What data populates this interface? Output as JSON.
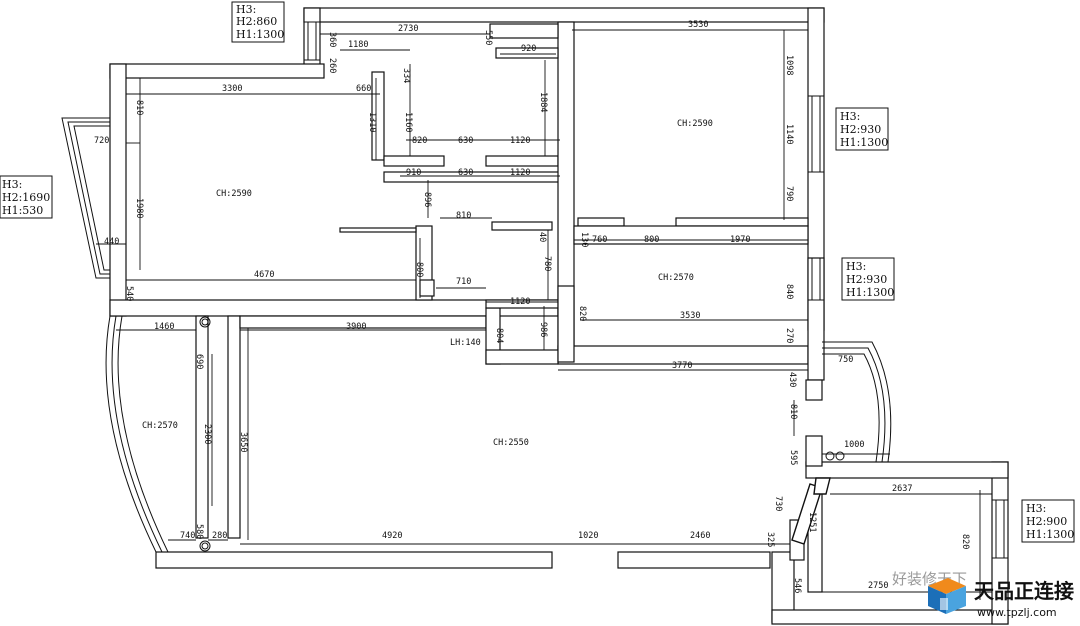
{
  "window_boxes": [
    {
      "id": "wb-top",
      "lines": [
        "H3:",
        "H2:860",
        "H1:1300"
      ]
    },
    {
      "id": "wb-left",
      "lines": [
        "H3:",
        "H2:1690",
        "H1:530"
      ]
    },
    {
      "id": "wb-right1",
      "lines": [
        "H3:",
        "H2:930",
        "H1:1300"
      ]
    },
    {
      "id": "wb-right2",
      "lines": [
        "H3:",
        "H2:930",
        "H1:1300"
      ]
    },
    {
      "id": "wb-right3",
      "lines": [
        "H3:",
        "H2:900",
        "H1:1300"
      ]
    }
  ],
  "rooms": [
    "CH:2590",
    "CH:2590",
    "CH:2570",
    "CH:2570",
    "CH:2550",
    "LH:140"
  ],
  "dims": [
    "2730",
    "3530",
    "1180",
    "920",
    "3300",
    "660",
    "1098",
    "810",
    "1310",
    "1160",
    "1884",
    "1140",
    "720",
    "820",
    "630",
    "1120",
    "910",
    "630",
    "1120",
    "1980",
    "896",
    "790",
    "810",
    "440",
    "760",
    "800",
    "1970",
    "4670",
    "800",
    "780",
    "710",
    "840",
    "1120",
    "1460",
    "3900",
    "804",
    "986",
    "820",
    "3530",
    "690",
    "3770",
    "750",
    "810",
    "2300",
    "3650",
    "1000",
    "595",
    "2637",
    "730",
    "580",
    "740",
    "280",
    "4920",
    "1020",
    "2460",
    "1251",
    "820",
    "325",
    "546",
    "2750",
    "360",
    "260",
    "550",
    "334",
    "130",
    "40",
    "270",
    "430",
    "540"
  ],
  "brand": {
    "name": "天品正连接",
    "url": "www.tpzlj.com",
    "watermark": "好装修天下"
  }
}
